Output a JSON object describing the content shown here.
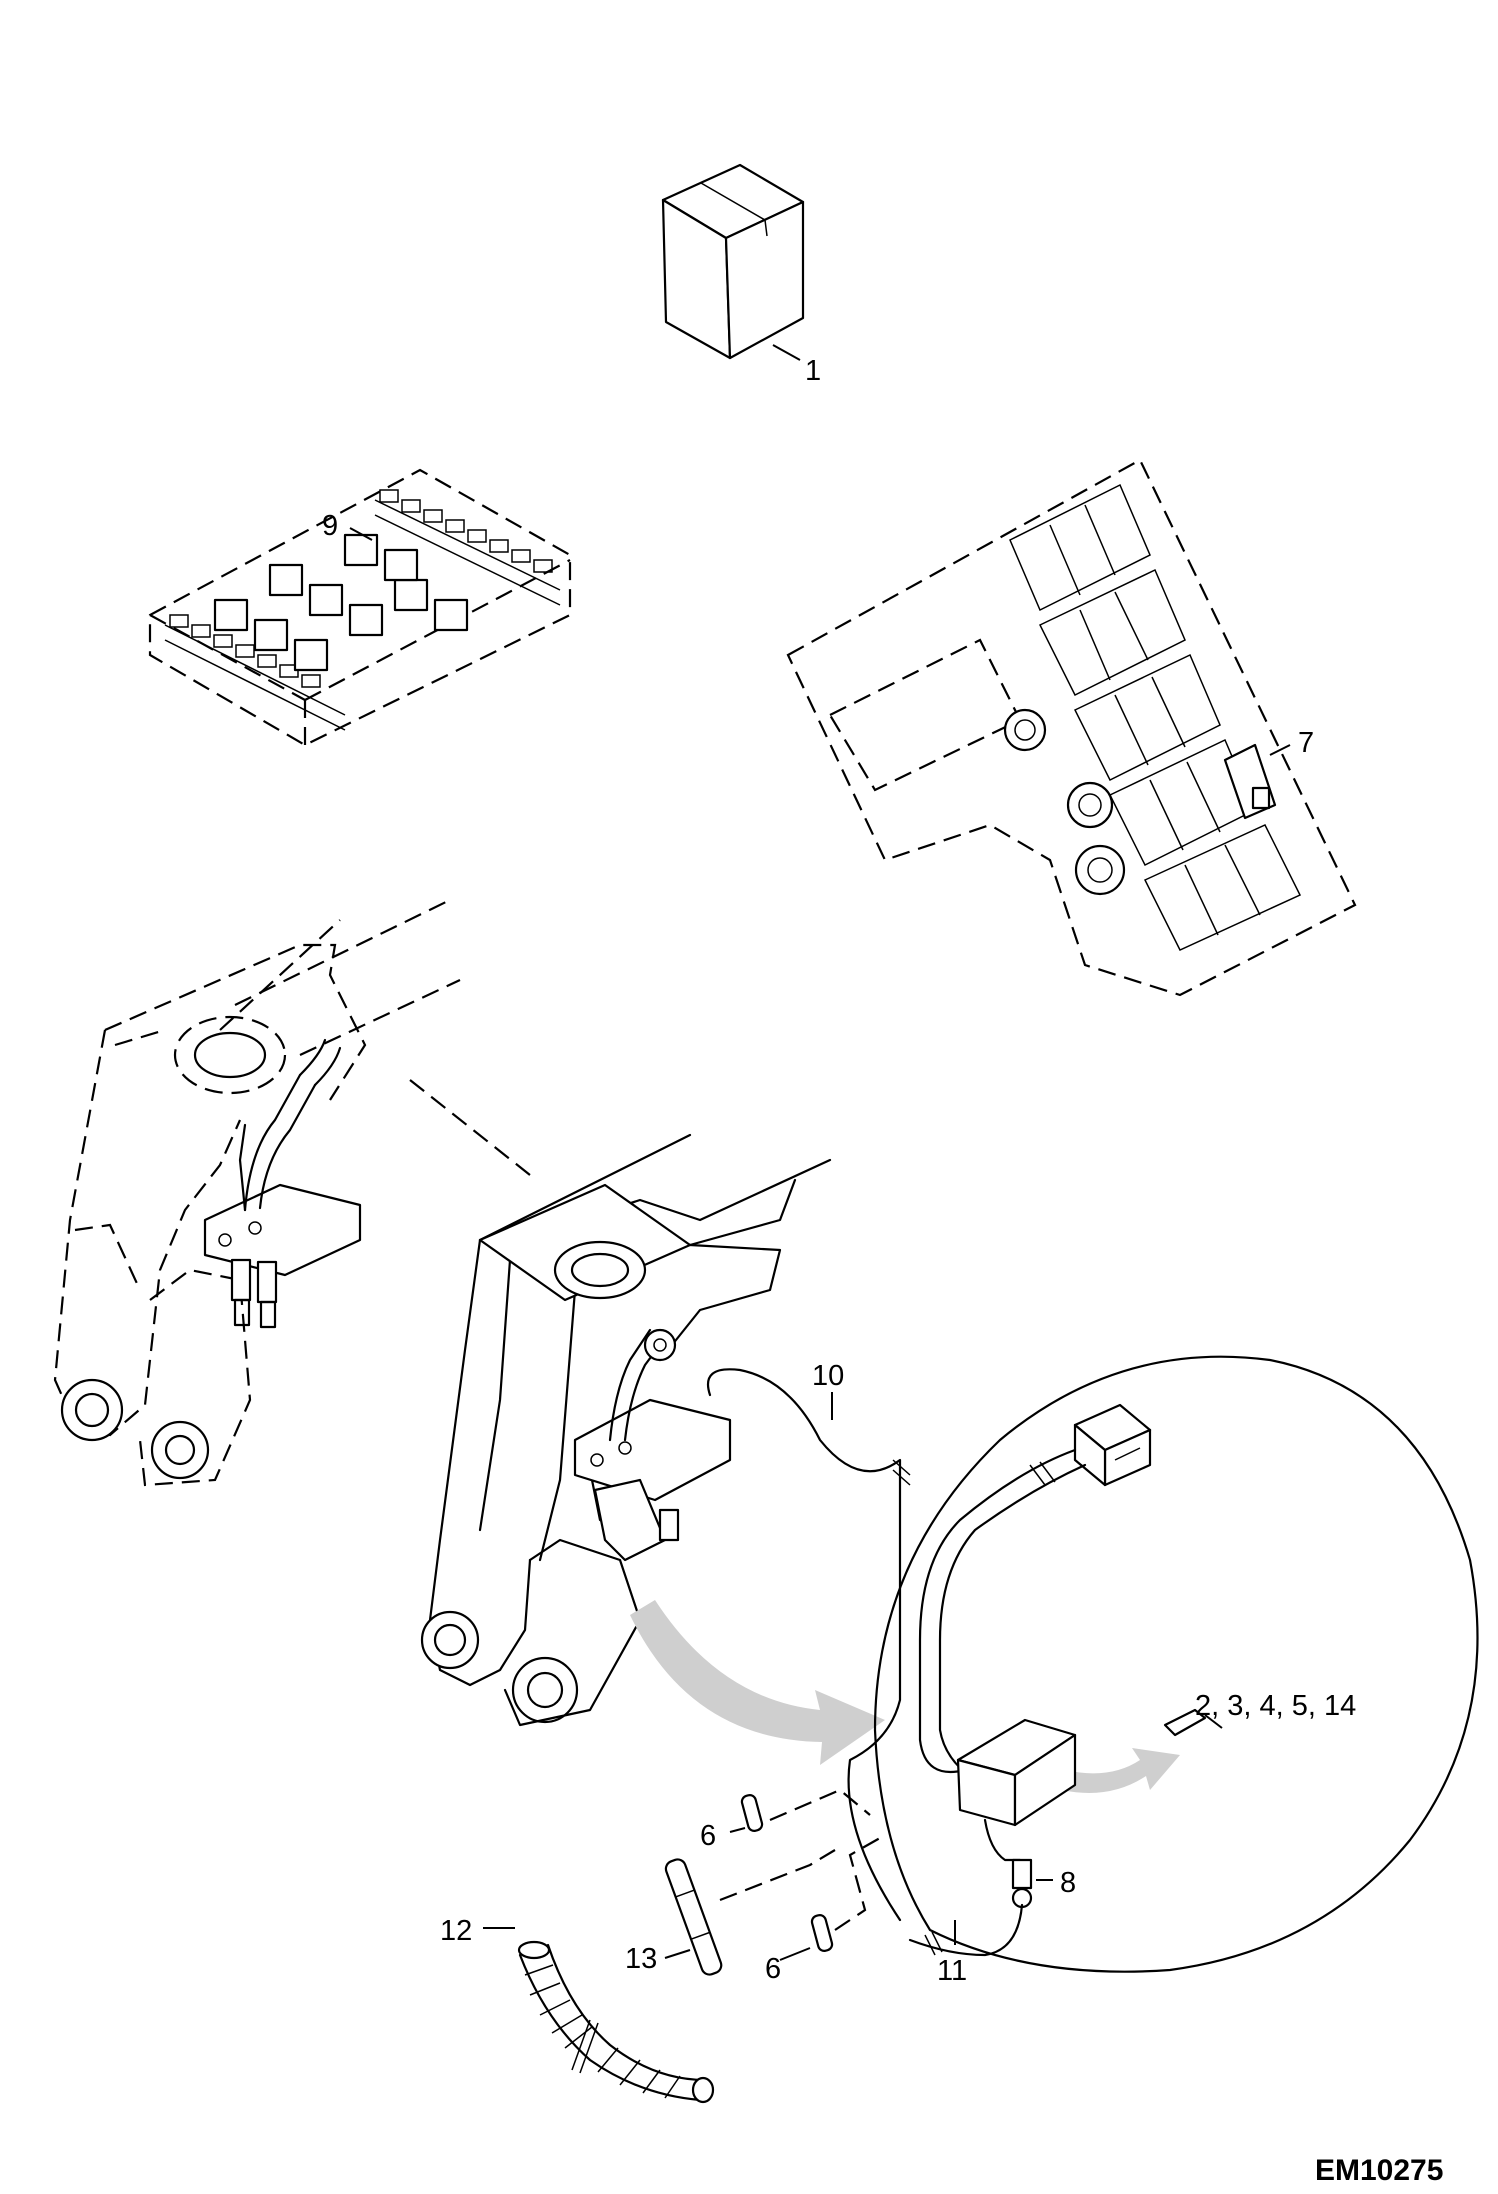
{
  "figure": {
    "reference": "EM10275"
  },
  "callouts": [
    {
      "id": "c1",
      "text": "1"
    },
    {
      "id": "c9",
      "text": "9"
    },
    {
      "id": "c7",
      "text": "7"
    },
    {
      "id": "c10",
      "text": "10"
    },
    {
      "id": "c2",
      "text": "2, 3, 4, 5, 14"
    },
    {
      "id": "c8",
      "text": "8"
    },
    {
      "id": "c6a",
      "text": "6"
    },
    {
      "id": "c13",
      "text": "13"
    },
    {
      "id": "c6b",
      "text": "6"
    },
    {
      "id": "c12",
      "text": "12"
    },
    {
      "id": "c11",
      "text": "11"
    }
  ],
  "colors": {
    "line": "#000000",
    "arrow_fill": "#cfcfcf",
    "background": "#ffffff"
  }
}
